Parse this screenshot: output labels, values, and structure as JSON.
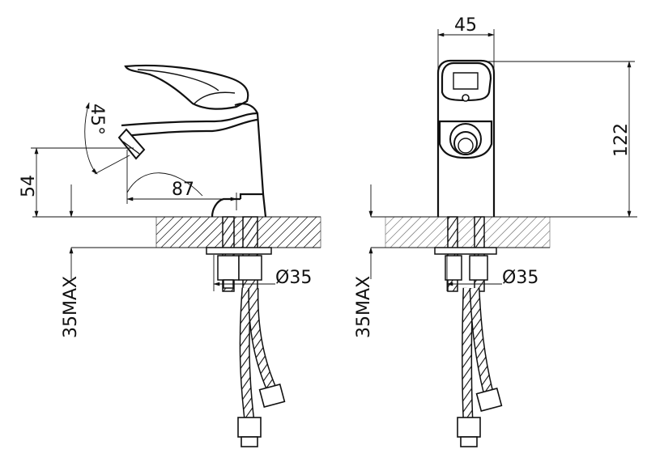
{
  "dimensions": {
    "angle": "45°",
    "height_spout": "54",
    "reach": "87",
    "hole_diameter_left": "Ø35",
    "max_thickness_left": "35MAX",
    "width": "45",
    "height_total": "122",
    "hole_diameter_right": "Ø35",
    "max_thickness_right": "35MAX"
  }
}
